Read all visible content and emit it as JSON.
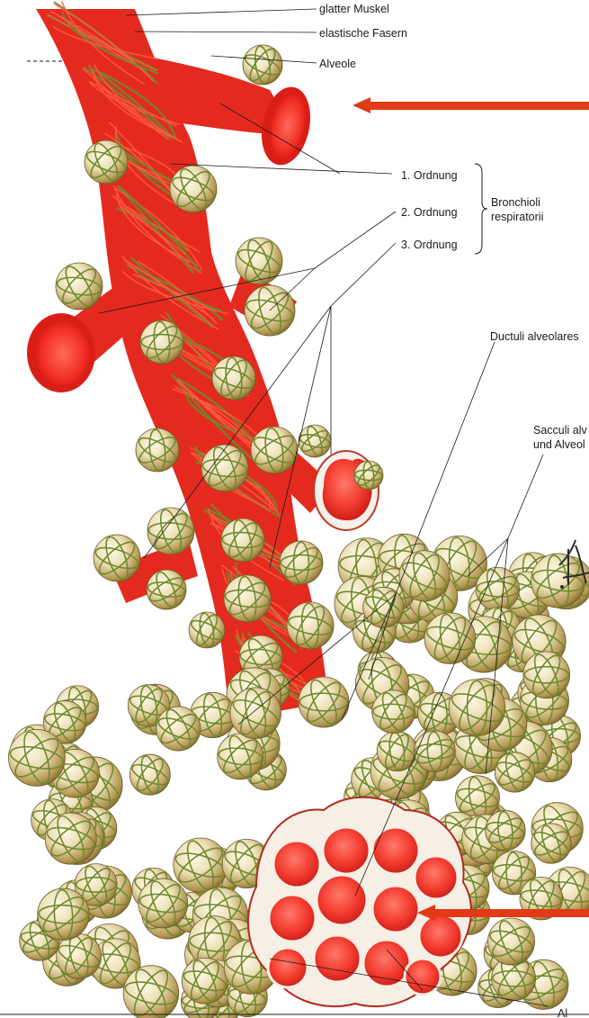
{
  "figure": {
    "labels": {
      "smooth_muscle": "glatter Muskel",
      "elastic_fibers": "elastische Fasern",
      "alveole": "Alveole",
      "order_1": "1. Ordnung",
      "order_2": "2. Ordnung",
      "order_3": "3. Ordnung",
      "bronchioli_line1": "Bronchioli",
      "bronchioli_line2": "respiratorii",
      "ductuli": "Ductuli alveolares",
      "sacculi_line1": "Sacculi alv",
      "sacculi_line2": "und Alveol",
      "bottom_cut": "Al"
    },
    "colors": {
      "fiber_red": "#e8221c",
      "lumen_red": "#f23a2c",
      "alveolus_cream": "#efe3bf",
      "alveolus_shade": "#b89a5a",
      "fiber_green": "#6f8a2e",
      "pointer_arrow": "#e03a16",
      "leader_line": "#1a1a1a"
    },
    "icons": [
      "pointer-arrow-icon",
      "signature-mark-icon"
    ]
  }
}
